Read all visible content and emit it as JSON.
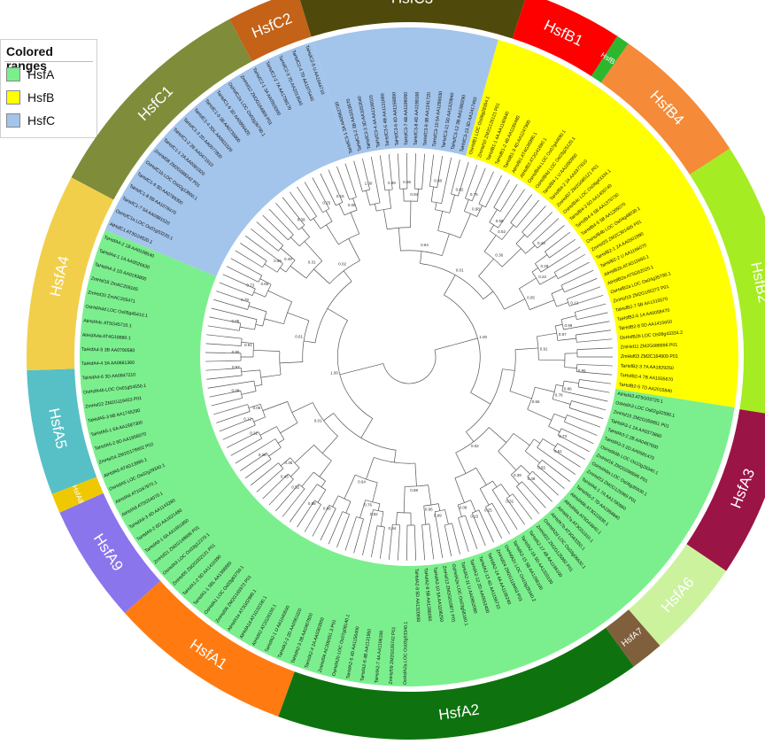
{
  "legend": {
    "title": "Colored ranges",
    "items": [
      {
        "label": "HsfA",
        "color": "#7bef8d"
      },
      {
        "label": "HsfB",
        "color": "#ffff00"
      },
      {
        "label": "HsfC",
        "color": "#a3c4eb"
      }
    ]
  },
  "clades": [
    {
      "label": "HsfC3",
      "color": "#4f4a0c",
      "text_color": "#ffffff"
    },
    {
      "label": "HsfB1",
      "color": "#ff0000",
      "text_color": "#ffffff"
    },
    {
      "label": "HsfB3",
      "color": "#2fb62f",
      "text_color": "#ffffff"
    },
    {
      "label": "HsfB4",
      "color": "#f58a38",
      "text_color": "#ffffff"
    },
    {
      "label": "HsfB2",
      "color": "#a6ec22",
      "text_color": "#ffffff"
    },
    {
      "label": "HsfA3",
      "color": "#9b1446",
      "text_color": "#ffffff"
    },
    {
      "label": "HsfA6",
      "color": "#ccf29e",
      "text_color": "#ffffff"
    },
    {
      "label": "HsfA7",
      "color": "#7f5f3c",
      "text_color": "#ffffff"
    },
    {
      "label": "HsfA2",
      "color": "#0e730e",
      "text_color": "#ffffff"
    },
    {
      "label": "HsfA1",
      "color": "#ff7b12",
      "text_color": "#ffffff"
    },
    {
      "label": "HsfA9",
      "color": "#8a75ec",
      "text_color": "#ffffff"
    },
    {
      "label": "HsfA8",
      "color": "#f0c800",
      "text_color": "#ffffff"
    },
    {
      "label": "HsfA5",
      "color": "#57c0c6",
      "text_color": "#ffffff"
    },
    {
      "label": "HsfA4",
      "color": "#f2cf4b",
      "text_color": "#ffffff"
    },
    {
      "label": "HsfC1",
      "color": "#7f8c3a",
      "text_color": "#ffffff"
    },
    {
      "label": "HsfC2",
      "color": "#c46217",
      "text_color": "#ffffff"
    }
  ],
  "tree": {
    "leaves": [
      {
        "group": "C",
        "label": "TaHsfC3-1 3A AA0962730"
      },
      {
        "group": "C",
        "label": "TaHsfC3-2 3B AA1018570"
      },
      {
        "group": "C",
        "label": "TaHsfC3-3 3D AA1052040"
      },
      {
        "group": "C",
        "label": "TaHsfC3-4 4A AA1106020"
      },
      {
        "group": "C",
        "label": "TaHsfC3-5 4B AA1131880"
      },
      {
        "group": "C",
        "label": "TaHsfC3-6 4D AA1156890"
      },
      {
        "group": "C",
        "label": "TaHsfC3-7 4B AA1196060"
      },
      {
        "group": "C",
        "label": "TaHsfC3-8 4D AA1199100"
      },
      {
        "group": "C",
        "label": "TaHsfC3-9 3B AA1241720"
      },
      {
        "group": "C",
        "label": "TaHsfC3-10 5A AA1286030"
      },
      {
        "group": "C",
        "label": "TaHsfC3-11 5D AA1320840"
      },
      {
        "group": "C",
        "label": "TaHsfC3-12 3B AA1380290"
      },
      {
        "group": "C",
        "label": "TaHsfC3-13 3D AA1417450"
      },
      {
        "group": "B",
        "label": "OsHsfB1 LOC Os09g28354.1"
      },
      {
        "group": "B",
        "label": "ZmHsf10 ZM2G126121 P01"
      },
      {
        "group": "B",
        "label": "TaHsfB1-1 4A AA1160840"
      },
      {
        "group": "B",
        "label": "TaHsfB1-2 4B AA1186480"
      },
      {
        "group": "B",
        "label": "TaHsfB1-3 4D AA1247900"
      },
      {
        "group": "B",
        "label": "AtHsfB1 AT4G36990.1"
      },
      {
        "group": "B",
        "label": "AtHsfB3 AT2G41690.1"
      },
      {
        "group": "B",
        "label": "OsHsfB4a LOC Os07g44690.1"
      },
      {
        "group": "B",
        "label": "OsHsfB4d LOC Os03g25120.1"
      },
      {
        "group": "B",
        "label": "TaHsfB4-1 U AA1050950"
      },
      {
        "group": "B",
        "label": "TaHsfB4-2 2A AA0377610"
      },
      {
        "group": "B",
        "label": "ZmHsf07 ZM2G085121 P01"
      },
      {
        "group": "B",
        "label": "OsHsfB4c LOC Os08g43334.1"
      },
      {
        "group": "B",
        "label": "TaHsfB4-3 5D AA1400740"
      },
      {
        "group": "B",
        "label": "TaHsfB4-4 5B AA1378730"
      },
      {
        "group": "B",
        "label": "TaHsfB4-5 5B AA1265070"
      },
      {
        "group": "B",
        "label": "OsHsfB4b LOC Os04g48030.1"
      },
      {
        "group": "B",
        "label": "ZmHsf25 ZM2C301485 P01"
      },
      {
        "group": "B",
        "label": "TaHsfB2-1 2A AA0501990"
      },
      {
        "group": "B",
        "label": "TaHsfB2-2 U AA1166070"
      },
      {
        "group": "B",
        "label": "AtHsfB2b AT4G11660.1"
      },
      {
        "group": "B",
        "label": "AtHsfB2a AT5G62020.1"
      },
      {
        "group": "B",
        "label": "OsHsfB2a LOC Os04g35790.1"
      },
      {
        "group": "B",
        "label": "ZmHsf19 ZM2G165272 P01"
      },
      {
        "group": "B",
        "label": "TaHsfB2-7 5B AA1315570"
      },
      {
        "group": "B",
        "label": "TaHsfB2-6 1A AA0058470"
      },
      {
        "group": "B",
        "label": "TaHsfB2-8 5D AA1415650"
      },
      {
        "group": "B",
        "label": "OsHsfB2b LOC Os08g43334.2"
      },
      {
        "group": "B",
        "label": "ZmHsf11 ZM2G086696 P01"
      },
      {
        "group": "B",
        "label": "ZmHsf03 ZM2C164909 P01"
      },
      {
        "group": "B",
        "label": "TaHsfB2-3 7A AA1829250"
      },
      {
        "group": "B",
        "label": "TaHsfB2-4 7B AA1935670"
      },
      {
        "group": "B",
        "label": "TaHsfB2-5 7D AA2015840"
      },
      {
        "group": "A",
        "label": "AtHsfA3 AT5G03720.1"
      },
      {
        "group": "A",
        "label": "OsHsfA3 LOC Os02g32590.1"
      },
      {
        "group": "A",
        "label": "ZmHsf15 ZM2G059851 P01"
      },
      {
        "group": "A",
        "label": "TaHsfA3-1 2A AA0373860"
      },
      {
        "group": "A",
        "label": "TaHsfA3-2 2B AA0467600"
      },
      {
        "group": "A",
        "label": "TaHsfA3-3 2D AA0581470"
      },
      {
        "group": "A",
        "label": "OsHsfA6b LOC Os10g28340.1"
      },
      {
        "group": "A",
        "label": "ZmHsf16 ZM2G098696 P01"
      },
      {
        "group": "A",
        "label": "OsHsfA6a LOC Os06g36930.1"
      },
      {
        "group": "A",
        "label": "ZmHsf23 ZM2G125969 P01"
      },
      {
        "group": "A",
        "label": "TaHsfA6-1 7A AA1780960"
      },
      {
        "group": "A",
        "label": "TaHsfA6-2 7D AA1964840"
      },
      {
        "group": "A",
        "label": "AtHsfA6b AT3G22830.1"
      },
      {
        "group": "A",
        "label": "AtHsfA6a AT5G43840.1"
      },
      {
        "group": "A",
        "label": "AtHsfA7a AT3G51910.1"
      },
      {
        "group": "A",
        "label": "AtHsfA7b AT3G63350.1"
      },
      {
        "group": "A",
        "label": "OsHsfA2d LOC Os03g06630.1"
      },
      {
        "group": "A",
        "label": "ZmHsf22 ZM2G125960 P01"
      },
      {
        "group": "A",
        "label": "TaHsfA2-17 4B AA1196100"
      },
      {
        "group": "A",
        "label": "TaHsfA2-16 5D AA1320190"
      },
      {
        "group": "A",
        "label": "TaHsfA2-15 5B AA1286100"
      },
      {
        "group": "A",
        "label": "OsHsfA2c LOC Os10g28340.2"
      },
      {
        "group": "A",
        "label": "ZmHsf24 ZM2G118453 P01"
      },
      {
        "group": "A",
        "label": "TaHsfA2-14 4A AA1106240"
      },
      {
        "group": "A",
        "label": "TaHsfA2-13 4D AA1156710"
      },
      {
        "group": "A",
        "label": "TaHsfA2-12 2D AA0552400"
      },
      {
        "group": "A",
        "label": "TaHsfA2-11 U AA0952080"
      },
      {
        "group": "A",
        "label": "OsHsfA2e LOC Os03g58160.1"
      },
      {
        "group": "A",
        "label": "ZmHsf13 ZM2G010871 P01"
      },
      {
        "group": "A",
        "label": "TaHsfA2-10 5A AA1106250"
      },
      {
        "group": "A",
        "label": "TaHsfA2-9 5B AA1286050"
      },
      {
        "group": "A",
        "label": "TaHsfA2-8 5D AA1320930"
      },
      {
        "group": "A",
        "label": "OsHsfA2a LOC Os03g53340.1"
      },
      {
        "group": "A",
        "label": "ZmHsf09 ZM2G026742 P01"
      },
      {
        "group": "A",
        "label": "TaHsfA2-7 4A AA1106100"
      },
      {
        "group": "A",
        "label": "TaHsfA2-6 4B AA1131950"
      },
      {
        "group": "A",
        "label": "TaHsfA2-5 4D AA1156400"
      },
      {
        "group": "A",
        "label": "OsHsfA2b LOC Os07g08140.1"
      },
      {
        "group": "A",
        "label": "ZmHsf04 AC206951.3 P01"
      },
      {
        "group": "A",
        "label": "TaHsfA2-4 2A AA0363950"
      },
      {
        "group": "A",
        "label": "TaHsfA2-3 2B AA0467800"
      },
      {
        "group": "A",
        "label": "TaHsfA2-2 2D AA0561020"
      },
      {
        "group": "A",
        "label": "TaHsfA2-1 U AA1040500"
      },
      {
        "group": "A",
        "label": "AtHsfA2 AT2G26150.1"
      },
      {
        "group": "A",
        "label": "AtHsfA1d AT1G32330.1"
      },
      {
        "group": "A",
        "label": "AtHsfA1e AT3G02990.1"
      },
      {
        "group": "A",
        "label": "ZmHsf06 ZM2G165972 P01"
      },
      {
        "group": "A",
        "label": "OsHsfA1 LOC Os03g63750.1"
      },
      {
        "group": "A",
        "label": "TaHsfA1-1 5BL AA1368880"
      },
      {
        "group": "A",
        "label": "TaHsfA1-2 5D AA1410390"
      },
      {
        "group": "A",
        "label": "ZmHsf05 ZM2G002131 P01"
      },
      {
        "group": "A",
        "label": "OsHsfA9 LOC Os03g12370.1"
      },
      {
        "group": "A",
        "label": "ZmHsf21 ZM2G149668 P01"
      },
      {
        "group": "A",
        "label": "TaHsfA9-1 6A AA1601850"
      },
      {
        "group": "A",
        "label": "TaHsfA9-2 6D AA1621480"
      },
      {
        "group": "A",
        "label": "TaHsfA9-3 4D AA1143280"
      },
      {
        "group": "A",
        "label": "AtHsfA9 AT5G54070.1"
      },
      {
        "group": "A",
        "label": "AtHsfA8 AT1G67970.1"
      },
      {
        "group": "A",
        "label": "OsHsfA5 LOC Os02g29340.1"
      },
      {
        "group": "A",
        "label": "AtHsfA5 AT4G13980.1"
      },
      {
        "group": "A",
        "label": "ZmHsf14 ZM2G178602 P02"
      },
      {
        "group": "A",
        "label": "TaHsfA5-2 6D AA1656070"
      },
      {
        "group": "A",
        "label": "TaHsfA5-1 6A AA1587300"
      },
      {
        "group": "A",
        "label": "TaHsfA5-3 6B AA1745290"
      },
      {
        "group": "A",
        "label": "ZmHsf22 ZM2G119453 P01"
      },
      {
        "group": "A",
        "label": "OsHsfA4b LOC Os01g54550.1"
      },
      {
        "group": "A",
        "label": "TaHsfA4-6 3D AA0847210"
      },
      {
        "group": "A",
        "label": "TaHsfA4-4 3A AA0661360"
      },
      {
        "group": "A",
        "label": "TaHsfA4-5 3B AA0790580"
      },
      {
        "group": "A",
        "label": "AtHsfA4a AT4G18880.1"
      },
      {
        "group": "A",
        "label": "AtHsfA4c AT5G45710.1"
      },
      {
        "group": "A",
        "label": "OsHsfA4d LOC Os05g45410.1"
      },
      {
        "group": "A",
        "label": "ZmHsf20 ZmAC205471"
      },
      {
        "group": "A",
        "label": "ZmHsf18 ZmAC208165"
      },
      {
        "group": "A",
        "label": "TaHsfA4-3 1D AA0193800"
      },
      {
        "group": "A",
        "label": "TaHsfA4-1 1A AA0026630"
      },
      {
        "group": "A",
        "label": "TaHsfA4-2 1B AA0108540"
      },
      {
        "group": "C",
        "label": "AtHsfC1 AT3G24520.1"
      },
      {
        "group": "C",
        "label": "OsHsfC1a LOC Os01g53220.1"
      },
      {
        "group": "C",
        "label": "TaHsfC1-7 5A AA0981520"
      },
      {
        "group": "C",
        "label": "TaHsfC1-8 5B AA1078470"
      },
      {
        "group": "C",
        "label": "TaHsfC1-9 3D AA0789300"
      },
      {
        "group": "C",
        "label": "OsHsfC1b LOC Os02g13800.1"
      },
      {
        "group": "C",
        "label": "ZmHsf08 ZM2G088242 P01"
      },
      {
        "group": "C",
        "label": "TaHsfC1-1 2A AA0381920"
      },
      {
        "group": "C",
        "label": "TaHsfC1-2 2B AA0471910"
      },
      {
        "group": "C",
        "label": "TaHsfC1-3 2D AA0577800"
      },
      {
        "group": "C",
        "label": "TaHsfC1-4 3DL AA0811520"
      },
      {
        "group": "C",
        "label": "TaHsfC1-5 3B AA0735800"
      },
      {
        "group": "C",
        "label": "TaHsfC1-6 3D AA0856420"
      },
      {
        "group": "C",
        "label": "OsHsfC2a LOC Os02g26790.1"
      },
      {
        "group": "C",
        "label": "ZmHsf12 ZM2G164909 P01"
      },
      {
        "group": "C",
        "label": "TaHsfC2-1 3A AA0919300"
      },
      {
        "group": "C",
        "label": "TaHsfC2-2 7A AA1798170"
      },
      {
        "group": "C",
        "label": "TaHsfC2-3 7D AA2013540"
      },
      {
        "group": "C",
        "label": "TaHsfC2-4 7D AA1975440"
      },
      {
        "group": "C",
        "label": "TaHsfC2-5 U AA1044710"
      }
    ]
  },
  "bootstrap_values": [
    "1.00",
    "0.98",
    "0.99",
    "0.97",
    "0.96",
    "0.95",
    "0.94",
    "0.91",
    "0.88",
    "0.86",
    "0.82",
    "0.78",
    "0.76",
    "0.73",
    "0.68",
    "0.66",
    "0.64",
    "0.61",
    "0.58",
    "0.55",
    "0.52",
    "0.49",
    "0.43",
    "0.39",
    "0.36",
    "0.31",
    "0.28",
    "0.25",
    "0.22",
    "0.15",
    "0.12",
    "0.08",
    "0.05",
    "0.02",
    "0.01"
  ]
}
